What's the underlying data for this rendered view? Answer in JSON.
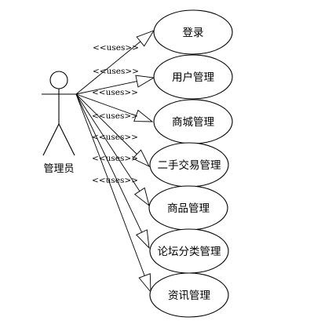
{
  "actor": {
    "label": "管理员",
    "icon": "stick-figure-actor-icon"
  },
  "stereotype": "<<uses>>",
  "use_cases": [
    {
      "id": "login",
      "label": "登录"
    },
    {
      "id": "user-management",
      "label": "用户管理"
    },
    {
      "id": "mall-management",
      "label": "商城管理"
    },
    {
      "id": "second-hand-trade-management",
      "label": "二手交易管理"
    },
    {
      "id": "product-management",
      "label": "商品管理"
    },
    {
      "id": "forum-category-management",
      "label": "论坛分类管理"
    },
    {
      "id": "news-management",
      "label": "资讯管理"
    }
  ],
  "colors": {
    "stroke": "#000000",
    "fill": "#ffffff"
  }
}
